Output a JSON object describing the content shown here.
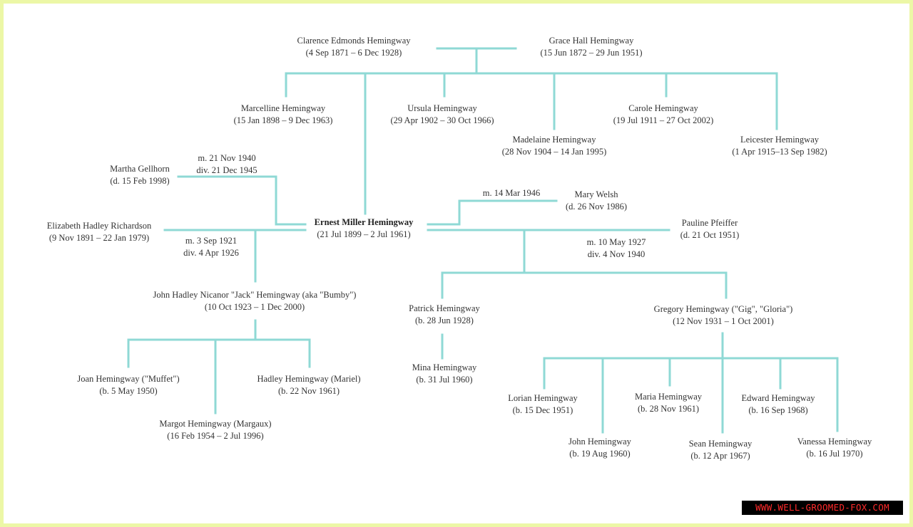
{
  "people": {
    "clarence": {
      "name": "Clarence Edmonds Hemingway",
      "dates": "(4 Sep 1871 – 6 Dec 1928)"
    },
    "grace": {
      "name": "Grace Hall Hemingway",
      "dates": "(15 Jun 1872 – 29 Jun 1951)"
    },
    "marcelline": {
      "name": "Marcelline Hemingway",
      "dates": "(15 Jan 1898 – 9 Dec 1963)"
    },
    "ursula": {
      "name": "Ursula Hemingway",
      "dates": "(29 Apr 1902 – 30 Oct 1966)"
    },
    "madelaine": {
      "name": "Madelaine Hemingway",
      "dates": "(28 Nov 1904 – 14 Jan 1995)"
    },
    "carole": {
      "name": "Carole Hemingway",
      "dates": "(19 Jul 1911 – 27 Oct 2002)"
    },
    "leicester": {
      "name": "Leicester Hemingway",
      "dates": "(1 Apr 1915–13 Sep 1982)"
    },
    "martha": {
      "name": "Martha Gellhorn",
      "dates": "(d. 15 Feb 1998)"
    },
    "ernest": {
      "name": "Ernest Miller Hemingway",
      "dates": "(21 Jul 1899 – 2 Jul 1961)"
    },
    "mary": {
      "name": "Mary Welsh",
      "dates": "(d. 26 Nov 1986)"
    },
    "pauline": {
      "name": "Pauline Pfeiffer",
      "dates": "(d. 21 Oct 1951)"
    },
    "elizabeth": {
      "name": "Elizabeth Hadley Richardson",
      "dates": "(9 Nov 1891 – 22 Jan 1979)"
    },
    "jack": {
      "name": "John Hadley Nicanor \"Jack\" Hemingway (aka \"Bumby\")",
      "dates": "(10 Oct 1923 – 1 Dec 2000)"
    },
    "patrick": {
      "name": "Patrick Hemingway",
      "dates": "(b. 28 Jun 1928)"
    },
    "gregory": {
      "name": "Gregory Hemingway (\"Gig\", \"Gloria\")",
      "dates": "(12 Nov 1931 – 1 Oct 2001)"
    },
    "mina": {
      "name": "Mina Hemingway",
      "dates": "(b. 31 Jul 1960)"
    },
    "joan": {
      "name": "Joan Hemingway (\"Muffet\")",
      "dates": "(b. 5 May 1950)"
    },
    "hadley2": {
      "name": "Hadley Hemingway (Mariel)",
      "dates": "(b. 22 Nov 1961)"
    },
    "margot": {
      "name": "Margot Hemingway (Margaux)",
      "dates": "(16 Feb 1954 – 2 Jul 1996)"
    },
    "lorian": {
      "name": "Lorian Hemingway",
      "dates": "(b. 15 Dec 1951)"
    },
    "maria": {
      "name": "Maria Hemingway",
      "dates": "(b. 28 Nov 1961)"
    },
    "edward": {
      "name": "Edward Hemingway",
      "dates": "(b. 16 Sep 1968)"
    },
    "johnh": {
      "name": "John Hemingway",
      "dates": "(b. 19 Aug 1960)"
    },
    "sean": {
      "name": "Sean Hemingway",
      "dates": "(b. 12 Apr 1967)"
    },
    "vanessa": {
      "name": "Vanessa Hemingway",
      "dates": "(b. 16 Jul 1970)"
    }
  },
  "marriages": {
    "martha": {
      "married": "m. 21 Nov 1940",
      "divorced": "div. 21 Dec 1945"
    },
    "hadley": {
      "married": "m. 3 Sep 1921",
      "divorced": "div. 4 Apr 1926"
    },
    "mary": {
      "married": "m. 14 Mar 1946"
    },
    "pauline": {
      "married": "m. 10 May 1927",
      "divorced": "div. 4 Nov 1940"
    }
  },
  "watermark": "WWW.WELL-GROOMED-FOX.COM",
  "colors": {
    "line": "#8fd9d5",
    "border": "#ecf7a6",
    "watermark_bg": "#000000",
    "watermark_text": "#ff2a2a"
  }
}
